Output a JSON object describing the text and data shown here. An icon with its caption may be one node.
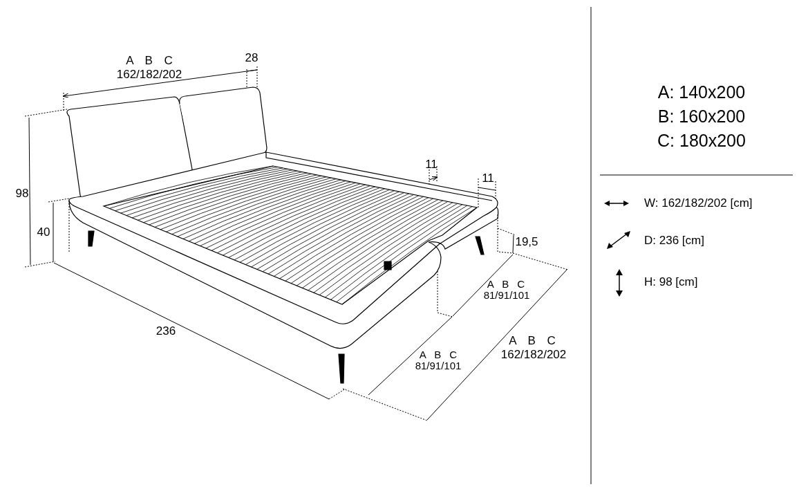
{
  "diagram": {
    "labels": [
      "A B C",
      "162/182/202",
      "28",
      "11",
      "11",
      "98",
      "40",
      "19,5",
      "A B C",
      "81/91/101",
      "236",
      "A B C",
      "162/182/202",
      "A B C",
      "81/91/101",
      "A: 140x200",
      "B: 160x200",
      "C: 180x200"
    ],
    "legend": [
      {
        "text": "W: 162/182/202 [cm]"
      },
      {
        "text": "D: 236 [cm]"
      },
      {
        "text": "H: 98 [cm]"
      }
    ]
  }
}
